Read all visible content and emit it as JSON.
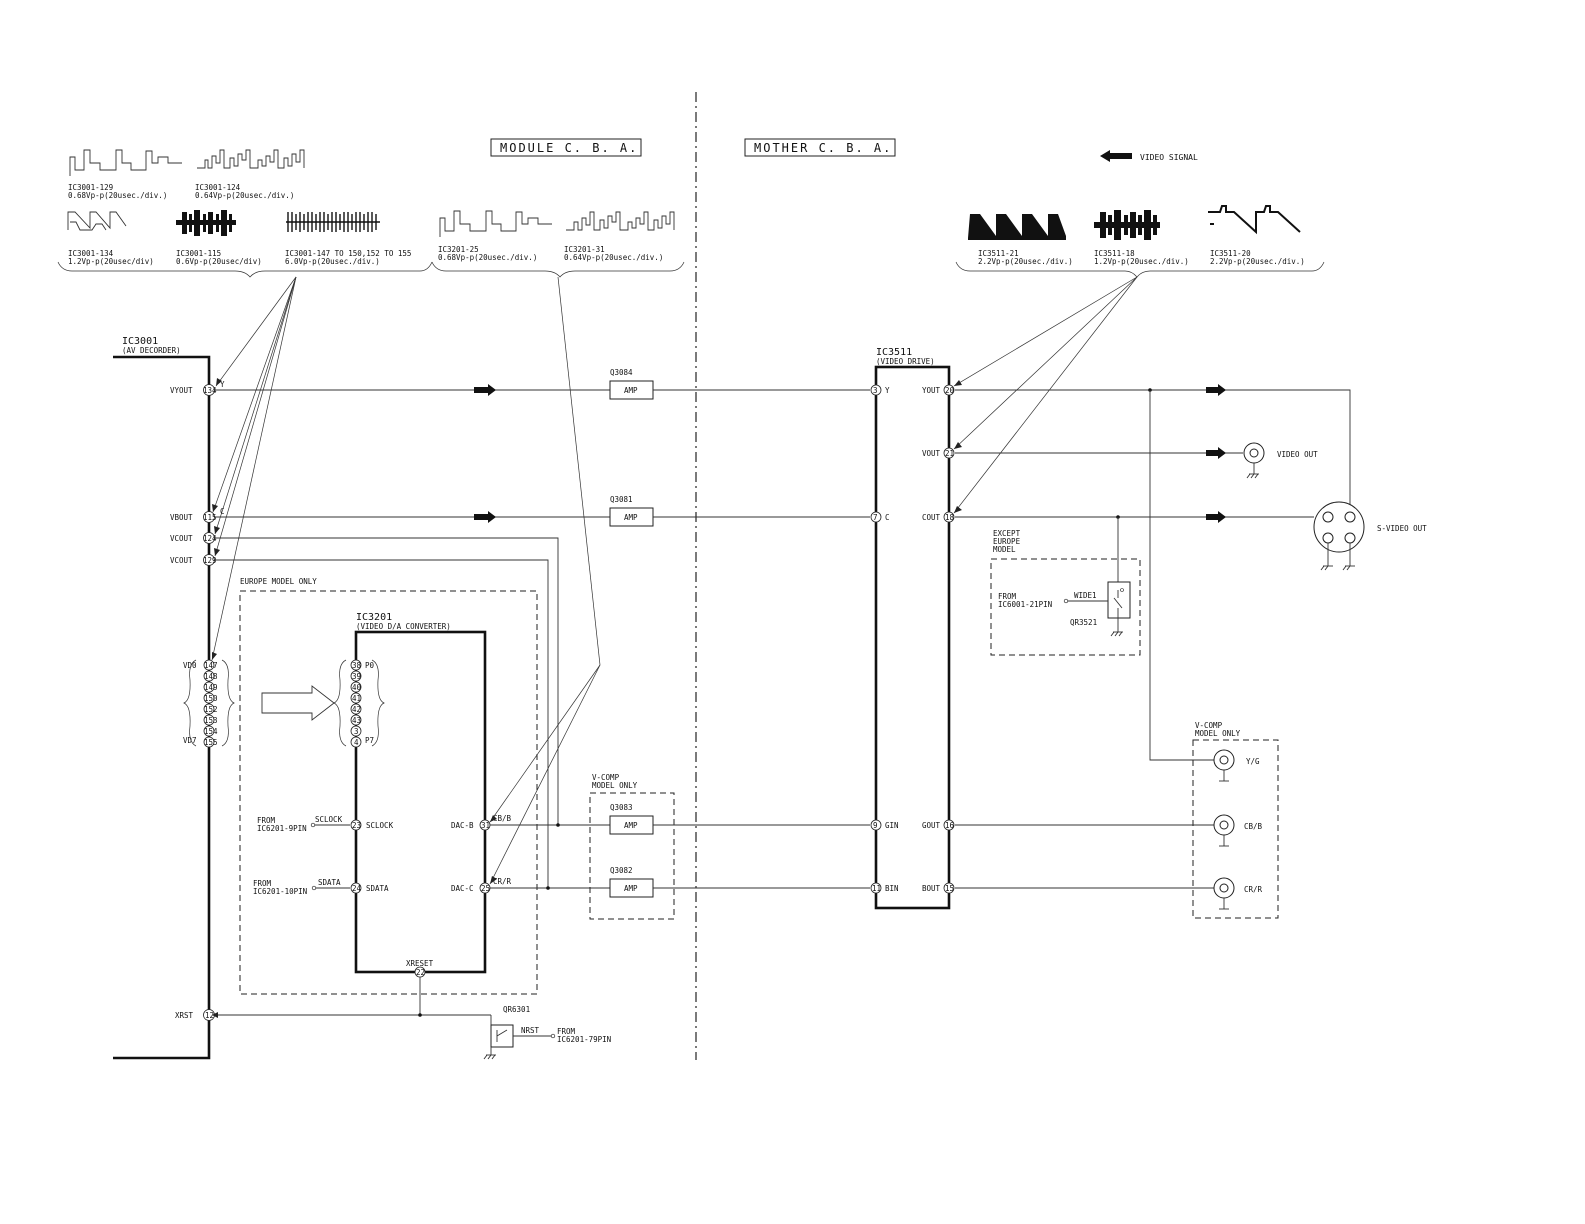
{
  "headers": {
    "module": "MODULE C. B. A.",
    "mother": "MOTHER C. B. A.",
    "legend": "VIDEO SIGNAL"
  },
  "waveforms_left": [
    {
      "id": "IC3001-129",
      "spec": "0.68Vp-p(20usec./div.)"
    },
    {
      "id": "IC3001-124",
      "spec": "0.64Vp-p(20usec./div.)"
    },
    {
      "id": "IC3001-134",
      "spec": "1.2Vp-p(20usec/div)"
    },
    {
      "id": "IC3001-115",
      "spec": "0.6Vp-p(20usec/div)"
    },
    {
      "id": "IC3001-147 TO 150,152 TO 155",
      "spec": "6.0Vp-p(20usec./div.)"
    },
    {
      "id": "IC3201-25",
      "spec": "0.68Vp-p(20usec./div.)"
    },
    {
      "id": "IC3201-31",
      "spec": "0.64Vp-p(20usec./div.)"
    }
  ],
  "waveforms_right": [
    {
      "id": "IC3511-21",
      "spec": "2.2Vp-p(20usec./div.)"
    },
    {
      "id": "IC3511-18",
      "spec": "1.2Vp-p(20usec./div.)"
    },
    {
      "id": "IC3511-20",
      "spec": "2.2Vp-p(20usec./div.)"
    }
  ],
  "ic3001": {
    "name": "IC3001",
    "desc": "(AV DECORDER)",
    "pins": [
      {
        "label": "VYOUT",
        "num": "134",
        "sig": "Y"
      },
      {
        "label": "VBOUT",
        "num": "115",
        "sig": "C"
      },
      {
        "label": "VCOUT",
        "num": "124",
        "sig": ""
      },
      {
        "label": "VCOUT",
        "num": "129",
        "sig": ""
      },
      {
        "label": "XRST",
        "num": "12",
        "sig": ""
      }
    ],
    "bus": {
      "top": "VD0",
      "bottom": "VD7",
      "pins": [
        "147",
        "148",
        "149",
        "150",
        "152",
        "153",
        "154",
        "155"
      ]
    }
  },
  "europe_box": "EUROPE MODEL ONLY",
  "ic3201": {
    "name": "IC3201",
    "desc": "(VIDEO D/A CONVERTER)",
    "bus": {
      "top": "P0",
      "bottom": "P7",
      "pins": [
        "38",
        "39",
        "40",
        "41",
        "42",
        "43",
        "3",
        "4"
      ]
    },
    "sclock": {
      "from": "FROM",
      "src": "IC6201-9PIN",
      "net": "SCLOCK",
      "pin": "23",
      "label": "SCLOCK"
    },
    "sdata": {
      "from": "FROM",
      "src": "IC6201-10PIN",
      "net": "SDATA",
      "pin": "24",
      "label": "SDATA"
    },
    "dacb": {
      "label": "DAC-B",
      "pin": "31",
      "net": "CB/B"
    },
    "dacc": {
      "label": "DAC-C",
      "pin": "25",
      "net": "CR/R"
    },
    "xreset": {
      "label": "XRESET",
      "pin": "22"
    }
  },
  "qr6301": {
    "name": "QR6301",
    "net": "NRST",
    "from": "FROM",
    "src": "IC6201-79PIN"
  },
  "amps": [
    {
      "name": "Q3084",
      "label": "AMP"
    },
    {
      "name": "Q3081",
      "label": "AMP"
    },
    {
      "name": "Q3083",
      "label": "AMP"
    },
    {
      "name": "Q3082",
      "label": "AMP"
    }
  ],
  "vcomp_left": {
    "line1": "V-COMP",
    "line2": "MODEL ONLY"
  },
  "ic3511": {
    "name": "IC3511",
    "desc": "(VIDEO DRIVE)",
    "in_pins": [
      {
        "num": "3",
        "label": "Y"
      },
      {
        "num": "7",
        "label": "C"
      },
      {
        "num": "9",
        "label": "GIN"
      },
      {
        "num": "11",
        "label": "BIN"
      }
    ],
    "out_pins": [
      {
        "label": "YOUT",
        "num": "20"
      },
      {
        "label": "VOUT",
        "num": "21"
      },
      {
        "label": "COUT",
        "num": "18"
      },
      {
        "label": "GOUT",
        "num": "16"
      },
      {
        "label": "BOUT",
        "num": "15"
      }
    ]
  },
  "except_box": {
    "line1": "EXCEPT",
    "line2": "EUROPE",
    "line3": "MODEL",
    "from": "FROM",
    "src": "IC6001-21PIN",
    "net": "WIDE1",
    "part": "QR3521"
  },
  "outputs": {
    "video_out": "VIDEO OUT",
    "svideo_out": "S-VIDEO OUT"
  },
  "vcomp_right": {
    "line1": "V-COMP",
    "line2": "MODEL ONLY",
    "jacks": [
      "Y/G",
      "CB/B",
      "CR/R"
    ]
  }
}
